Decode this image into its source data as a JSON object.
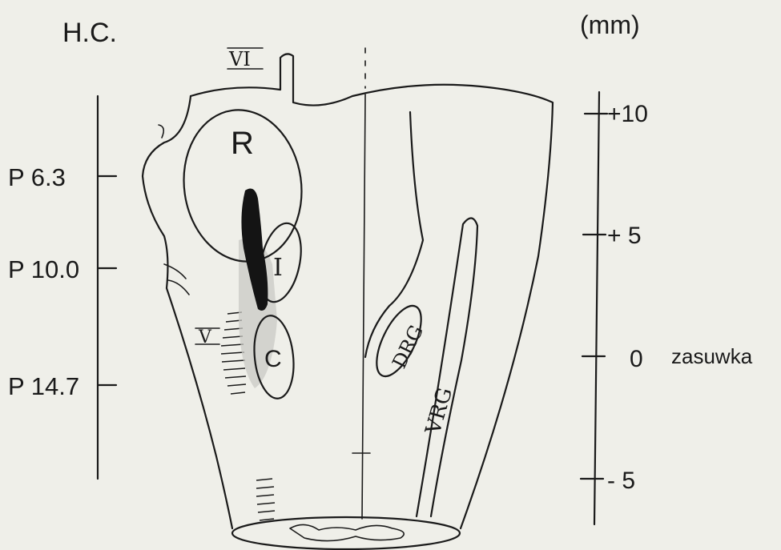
{
  "corner_label": "H.C.",
  "unit_label": "(mm)",
  "left_scale": {
    "ticks": [
      "P 6.3",
      "P 10.0",
      "P 14.7"
    ]
  },
  "right_scale": {
    "ticks": [
      "+10",
      "+ 5",
      "0",
      "- 5"
    ],
    "obex_label": "zasuwka"
  },
  "regions": {
    "r": "R",
    "i": "I",
    "c": "C",
    "dorsal": "DRG",
    "ventral": "VRG",
    "nerve_top": "VI",
    "nerve_side": "V"
  }
}
